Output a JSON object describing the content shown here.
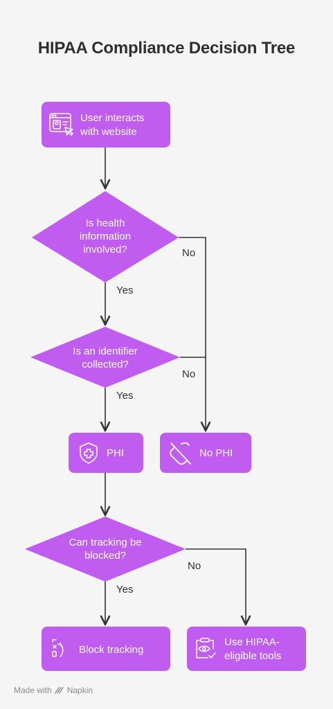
{
  "title": "HIPAA Compliance Decision Tree",
  "colors": {
    "node": "#c05df0",
    "line": "#333333",
    "background": "#f6f5f6"
  },
  "nodes": {
    "start": {
      "lines": [
        "User interacts",
        "with website"
      ],
      "icon": "browser-user-click-icon"
    },
    "q_health": {
      "lines": [
        "Is health",
        "information",
        "involved?"
      ]
    },
    "q_identifier": {
      "lines": [
        "Is an identifier",
        "collected?"
      ]
    },
    "phi": {
      "lines": [
        "PHI"
      ],
      "icon": "shield-cross-icon"
    },
    "no_phi": {
      "lines": [
        "No PHI"
      ],
      "icon": "no-link-icon"
    },
    "q_tracking": {
      "lines": [
        "Can tracking be",
        "blocked?"
      ]
    },
    "block": {
      "lines": [
        "Block tracking"
      ],
      "icon": "block-tracking-icon"
    },
    "tools": {
      "lines": [
        "Use HIPAA-",
        "eligible tools"
      ],
      "icon": "clipboard-eye-icon"
    }
  },
  "edges": {
    "health_yes": "Yes",
    "health_no": "No",
    "identifier_yes": "Yes",
    "identifier_no": "No",
    "tracking_yes": "Yes",
    "tracking_no": "No"
  },
  "footer": {
    "made_with": "Made with",
    "brand": "Napkin",
    "brand_icon": "napkin-logo-icon"
  }
}
